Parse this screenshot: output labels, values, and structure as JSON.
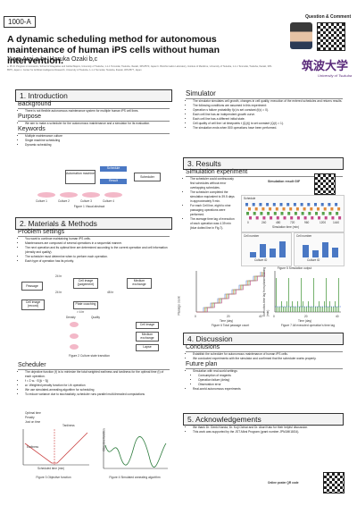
{
  "header": {
    "poster_id": "1000-A",
    "title": "A dynamic scheduling method for autonomous maintenance of human iPS cells without human intervention.",
    "authors": "Yuya Arai a,b · Haruka Ozaki b,c",
    "affiliations": "a. Ph.D. Program in Humanics, School of Integrative and Global Majors, University of Tsukuba, 1-1-1 Tennodai, Tsukuba, Ibaraki, 305-8573, Japan b. Bioinformatics Laboratory, Institute of Medicine, University of Tsukuba, 1-1-1 Tennodai, Tsukuba, Ibaraki, 305-8575, Japan c. Center for Artificial Intelligence Research, University of Tsukuba, 1-1-1 Tennodai, Tsukuba, Ibaraki, 305-8577, Japan",
    "qc_label": "Question & Comment",
    "logo_text": "筑波大学",
    "logo_sub": "University of Tsukuba"
  },
  "intro": {
    "heading": "1. Introduction",
    "bg_title": "Background",
    "bg_items": [
      "There is not flexible autonomous maintenance system for multiple human iPS cell lines."
    ],
    "purpose_title": "Purpose",
    "purpose_items": [
      "We aim to make a scheduler for the autonomous maintenance and a simulator for its evaluation."
    ],
    "keywords_title": "Keywords",
    "keywords": [
      "Multiple maintenance culture",
      "Single machine scheduling",
      "Dynamic scheduling"
    ],
    "fig_schedule": "Schedule",
    "fig_result": "Result",
    "fig_machine": "Automation machine",
    "fig_scheduler": "Scheduler",
    "fig_cultures": [
      "Culture 1",
      "Culture 2",
      "Culture 3",
      "Culture 4"
    ],
    "fig_caption": "Figure 1 Visual abstract"
  },
  "methods": {
    "heading": "2. Materials & Methods",
    "problem_title": "Problem settings",
    "problem_items": [
      "You want to continue maintaining human iPS cells.",
      "Maintenances are composed of several operations in a sequential manner.",
      "The next operation and its optimal time are determined according to the current operation and cell information (density and quality).",
      "The scheduler must determine when to perform each operation.",
      "Each type of operation has its priority."
    ],
    "fig2_caption": "Figure 2 Culture state transition",
    "fig2_labels": [
      "Passage",
      "Cell image (judgement)",
      "Plate coaching",
      "Medium exchange",
      "Cell image (record)",
      "Density",
      "Quality",
      "Cell image",
      "Medium exchange",
      "Lapse"
    ],
    "fig2_times": [
      "24 hr",
      "24 hr",
      "48 hr",
      "> 4 hr"
    ],
    "scheduler_title": "Scheduler",
    "scheduler_items": [
      "The objective function (f) is to minimize the total weighted earliness and tardiness for the optimal time (t) of each operation.",
      "f = Σ wᵢ · E(|tᵢ − t̂ᵢ|)",
      "wᵢ: Weighted penalty function for i-th operation",
      "We use simulated-annealing algorithm for scheduling",
      "To reduce variance due to stochasticity, scheduler runs parallel multi-threaded computations"
    ],
    "fig3_legend": [
      "Optimal time",
      "Penalty",
      "Just on time"
    ],
    "fig3_labels": [
      "Tardiness",
      "Earliness",
      "Scheduled time (min)",
      "Penalty"
    ],
    "fig3_caption": "Figure 3 Objective function",
    "fig4_caption": "Figure 4 Simulated annealing algorithm",
    "fig4_ylabel": "Objective function"
  },
  "simulator": {
    "heading": "Simulator",
    "items": [
      "The simulator simulates cell growth, changes in cell quality, execution of the entered schedules and returns results.",
      "The following conditions are assumed in this experiment:",
      "Operation s failure probability f(c) is set constant (f(c) = 0).",
      "Each cell line has an independent growth curve.",
      "Each cell line has a different initial state.",
      "Cell quality of cell line i at timepoints t (Qᵢ(t)) is set constant (Qᵢ(t) = 1).",
      "The simulation ends when 500 operations have been performed."
    ]
  },
  "results": {
    "heading": "3. Results",
    "exp_title": "Simulation experiment",
    "qr_label": "Simulation result GIF",
    "items": [
      "The scheduler could continuously find schedules without error overlapping schedules.",
      "The scheduler completed the simulation equivalent to 39.5 days in approximately 9 min.",
      "For each Cell line, eight to nine passaging operations were performed.",
      "The average time lag of execution of each operation was 4.39 min (blue dotted line in Fig.7)."
    ],
    "fig5_label": "Schedule",
    "fig5_xlabel": "Simulation time (min)",
    "fig5_panels": [
      "Cell number",
      "Cell number"
    ],
    "fig5_xs": [
      "Culture ID",
      "Culture ID"
    ],
    "fig5_caption": "Figure 5 Simulation output",
    "fig6_ylabel": "Passage count",
    "fig6_xlabel": "Time (day)",
    "fig6_caption": "Figure 6 Total passage count",
    "fig7_ylabel": "Execution-time lag from planned timing (min)",
    "fig7_xlabel": "Time (day)",
    "fig7_caption": "Figure 7 All executed operation's time lag",
    "fig5_ticks": [
      "0",
      "240",
      "480",
      "720",
      "960",
      "1200",
      "1440"
    ],
    "day_ticks": [
      "0",
      "20",
      "40"
    ]
  },
  "discussion": {
    "heading": "4. Discussion",
    "concl_title": "Conclusions",
    "concl_items": [
      "Establish the scheduler for autonomous maintenance of human iPS cells.",
      "We conducted experiments with the simulator and confirmed that the scheduler works properly."
    ],
    "future_title": "Future plan",
    "future_items": [
      "Simulation with real-world settings",
      "Consumption of reagents",
      "Operation failure (delay)",
      "Observation error",
      "Real-world autonomous experiments"
    ]
  },
  "ack": {
    "heading": "5. Acknowledgements",
    "items": [
      "We thank Dr. Genki Kanda, Dr. Koji Ochiai and Dr. Akari Kato for their helpful discussion.",
      "This work was supported by the JST-Mirai Program (grant number JPMJMI18G4)."
    ],
    "footer": "Online poster QR code"
  }
}
